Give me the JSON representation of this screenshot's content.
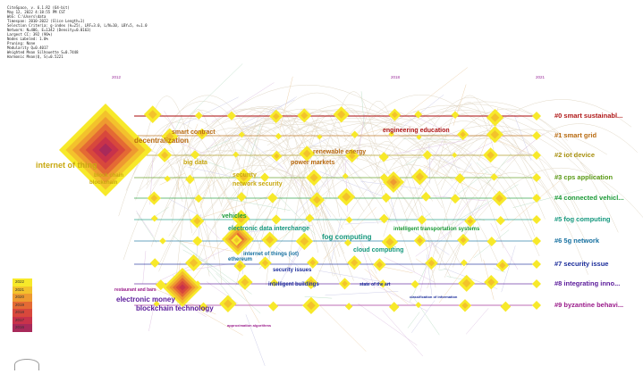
{
  "header_text": [
    "CiteSpace, v. 6.1.R2 (64-bit)",
    "May 12, 2022 4:18:55 PM CST",
    "WoS: C:\\Users\\data",
    "Timespan: 2010-2022 (Slice Length=1)",
    "Selection Criteria: g-index (k=25), LRF=3.0, L/N=10, LBY=5, e=1.0",
    "Network: N=406, E=1342 (Density=0.0163)",
    "Largest CC: 392 (96%)",
    "Nodes Labeled: 1.0%",
    "Pruning: None",
    "Modularity Q=0.4017",
    "Weighted Mean Silhouette S=0.7448",
    "Harmonic Mean(Q, S)=0.5221"
  ],
  "timeline_ticks": [
    "2012",
    "2018",
    "2021"
  ],
  "cluster_labels": [
    {
      "text": "#0 smart sustainabl...",
      "color": "#b01818"
    },
    {
      "text": "#1 smart grid",
      "color": "#b86a10"
    },
    {
      "text": "#2 iot device",
      "color": "#a89010"
    },
    {
      "text": "#3 cps application",
      "color": "#5a9a16"
    },
    {
      "text": "#4 connected vehicl...",
      "color": "#1a9a36"
    },
    {
      "text": "#5 fog computing",
      "color": "#16987e"
    },
    {
      "text": "#6 5g network",
      "color": "#1670a0"
    },
    {
      "text": "#7 security issue",
      "color": "#1a2c9a"
    },
    {
      "text": "#8 integrating inno...",
      "color": "#5a1a9a"
    },
    {
      "text": "#9 byzantine behavi...",
      "color": "#9a1a8a"
    }
  ],
  "node_labels": [
    {
      "text": "internet of thing",
      "color": "#c8a810",
      "size": "large"
    },
    {
      "text": "blockchain",
      "color": "#c8a810",
      "size": "small"
    },
    {
      "text": "block chain",
      "color": "#c8a810",
      "size": "small"
    },
    {
      "text": "decentralization",
      "color": "#b86a10",
      "size": "medium"
    },
    {
      "text": "smart contract",
      "color": "#b86a10",
      "size": "medium"
    },
    {
      "text": "big data",
      "color": "#c8a810",
      "size": "medium"
    },
    {
      "text": "security",
      "color": "#c8a810",
      "size": "medium"
    },
    {
      "text": "network security",
      "color": "#c8a810",
      "size": "medium"
    },
    {
      "text": "engineering education",
      "color": "#b01818",
      "size": "medium"
    },
    {
      "text": "renewable energy",
      "color": "#b86a10",
      "size": "medium"
    },
    {
      "text": "power markets",
      "color": "#b86a10",
      "size": "medium"
    },
    {
      "text": "electronic data interchange",
      "color": "#16987e",
      "size": "medium"
    },
    {
      "text": "fog computing",
      "color": "#16987e",
      "size": "medium"
    },
    {
      "text": "cloud computing",
      "color": "#16987e",
      "size": "medium"
    },
    {
      "text": "vehicles",
      "color": "#1a9a36",
      "size": "medium"
    },
    {
      "text": "intelligent transportation systems",
      "color": "#1a9a36",
      "size": "small"
    },
    {
      "text": "ethereum",
      "color": "#1670a0",
      "size": "small"
    },
    {
      "text": "internet of things (iot)",
      "color": "#1670a0",
      "size": "small"
    },
    {
      "text": "security issues",
      "color": "#1a2c9a",
      "size": "small"
    },
    {
      "text": "intelligent buildings",
      "color": "#1a2c9a",
      "size": "small"
    },
    {
      "text": "state of the art",
      "color": "#1a2c9a",
      "size": "small"
    },
    {
      "text": "electronic money",
      "color": "#5a1a9a",
      "size": "medium"
    },
    {
      "text": "blockchain technology",
      "color": "#5a1a9a",
      "size": "medium"
    },
    {
      "text": "restaurant and bars",
      "color": "#9a1a8a",
      "size": "small"
    },
    {
      "text": "approximation algorithms",
      "color": "#9a1a8a",
      "size": "small"
    },
    {
      "text": "classification of information",
      "color": "#1a2c9a",
      "size": "small"
    }
  ],
  "legend_years": [
    "2022",
    "2021",
    "2020",
    "2019",
    "2018",
    "2017",
    "2016"
  ],
  "colors": {
    "year_gradient": [
      "#f7e92a",
      "#f3c22c",
      "#ee9a30",
      "#e46a34",
      "#d8483c",
      "#c8324a",
      "#a82a5a"
    ],
    "edge": "#c9b99a"
  }
}
